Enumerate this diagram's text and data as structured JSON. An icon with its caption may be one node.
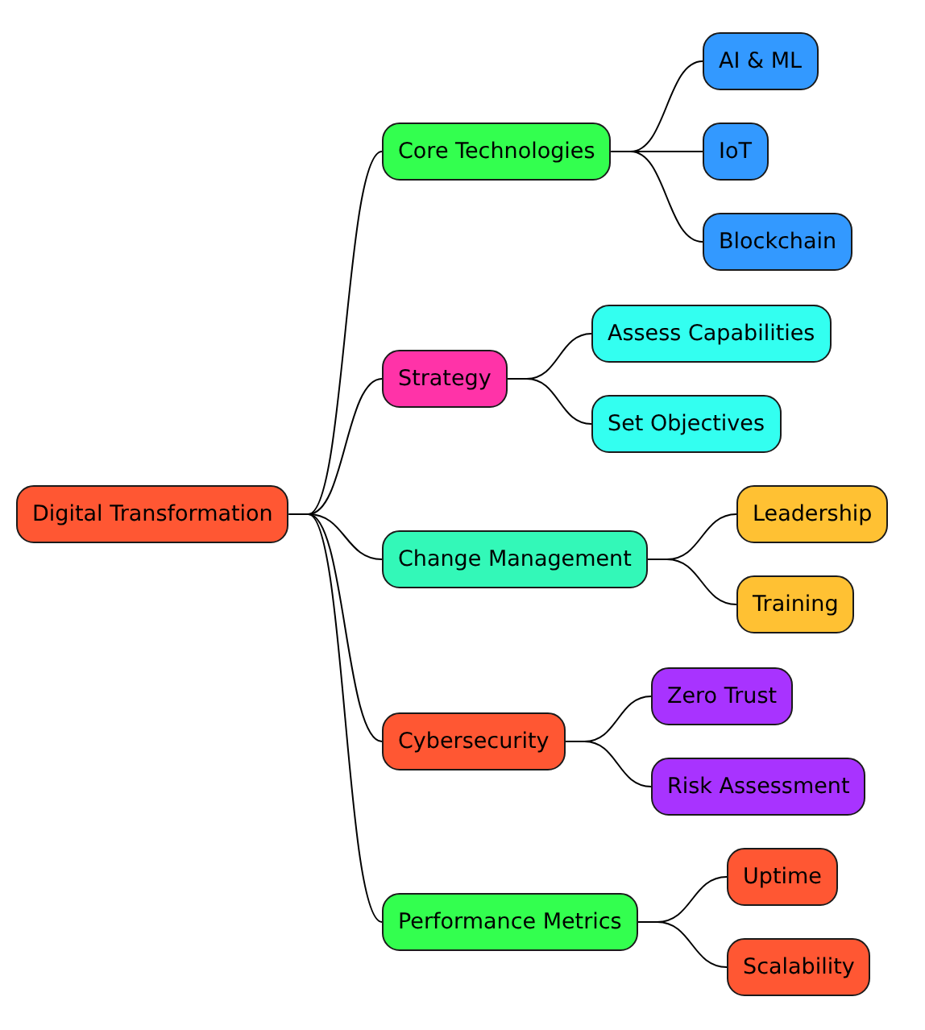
{
  "diagram": {
    "nodes": [
      {
        "text": [
          "Digital Transformation"
        ]
      },
      {
        "text": [
          "Core Technologies"
        ]
      },
      {
        "text": [
          "AI & ML"
        ]
      },
      {
        "text": [
          "IoT"
        ]
      },
      {
        "text": [
          "Blockchain"
        ]
      },
      {
        "text": [
          "Strategy"
        ]
      },
      {
        "text": [
          "Assess Capabilities"
        ]
      },
      {
        "text": [
          "Set Objectives"
        ]
      },
      {
        "text": [
          "Change Management"
        ]
      },
      {
        "text": [
          "Leadership"
        ]
      },
      {
        "text": [
          "Training"
        ]
      },
      {
        "text": [
          "Cybersecurity"
        ]
      },
      {
        "text": [
          "Zero Trust"
        ]
      },
      {
        "text": [
          "Risk Assessment"
        ]
      },
      {
        "text": [
          "Performance Metrics"
        ]
      },
      {
        "text": [
          "Uptime"
        ]
      },
      {
        "text": [
          "Scalability"
        ]
      }
    ],
    "edges": [
      {
        "from": 0,
        "to": 1,
        "arrow": "none"
      },
      {
        "from": 1,
        "to": 2,
        "arrow": "none"
      },
      {
        "from": 1,
        "to": 3,
        "arrow": "none"
      },
      {
        "from": 1,
        "to": 4,
        "arrow": "none"
      },
      {
        "from": 0,
        "to": 5,
        "arrow": "none"
      },
      {
        "from": 5,
        "to": 6,
        "arrow": "none"
      },
      {
        "from": 5,
        "to": 7,
        "arrow": "none"
      },
      {
        "from": 0,
        "to": 8,
        "arrow": "none"
      },
      {
        "from": 8,
        "to": 9,
        "arrow": "none"
      },
      {
        "from": 8,
        "to": 10,
        "arrow": "none"
      },
      {
        "from": 0,
        "to": 11,
        "arrow": "none"
      },
      {
        "from": 11,
        "to": 12,
        "arrow": "none"
      },
      {
        "from": 11,
        "to": 13,
        "arrow": "none"
      },
      {
        "from": 0,
        "to": 14,
        "arrow": "none"
      },
      {
        "from": 14,
        "to": 15,
        "arrow": "none"
      },
      {
        "from": 14,
        "to": 16,
        "arrow": "none"
      }
    ]
  }
}
